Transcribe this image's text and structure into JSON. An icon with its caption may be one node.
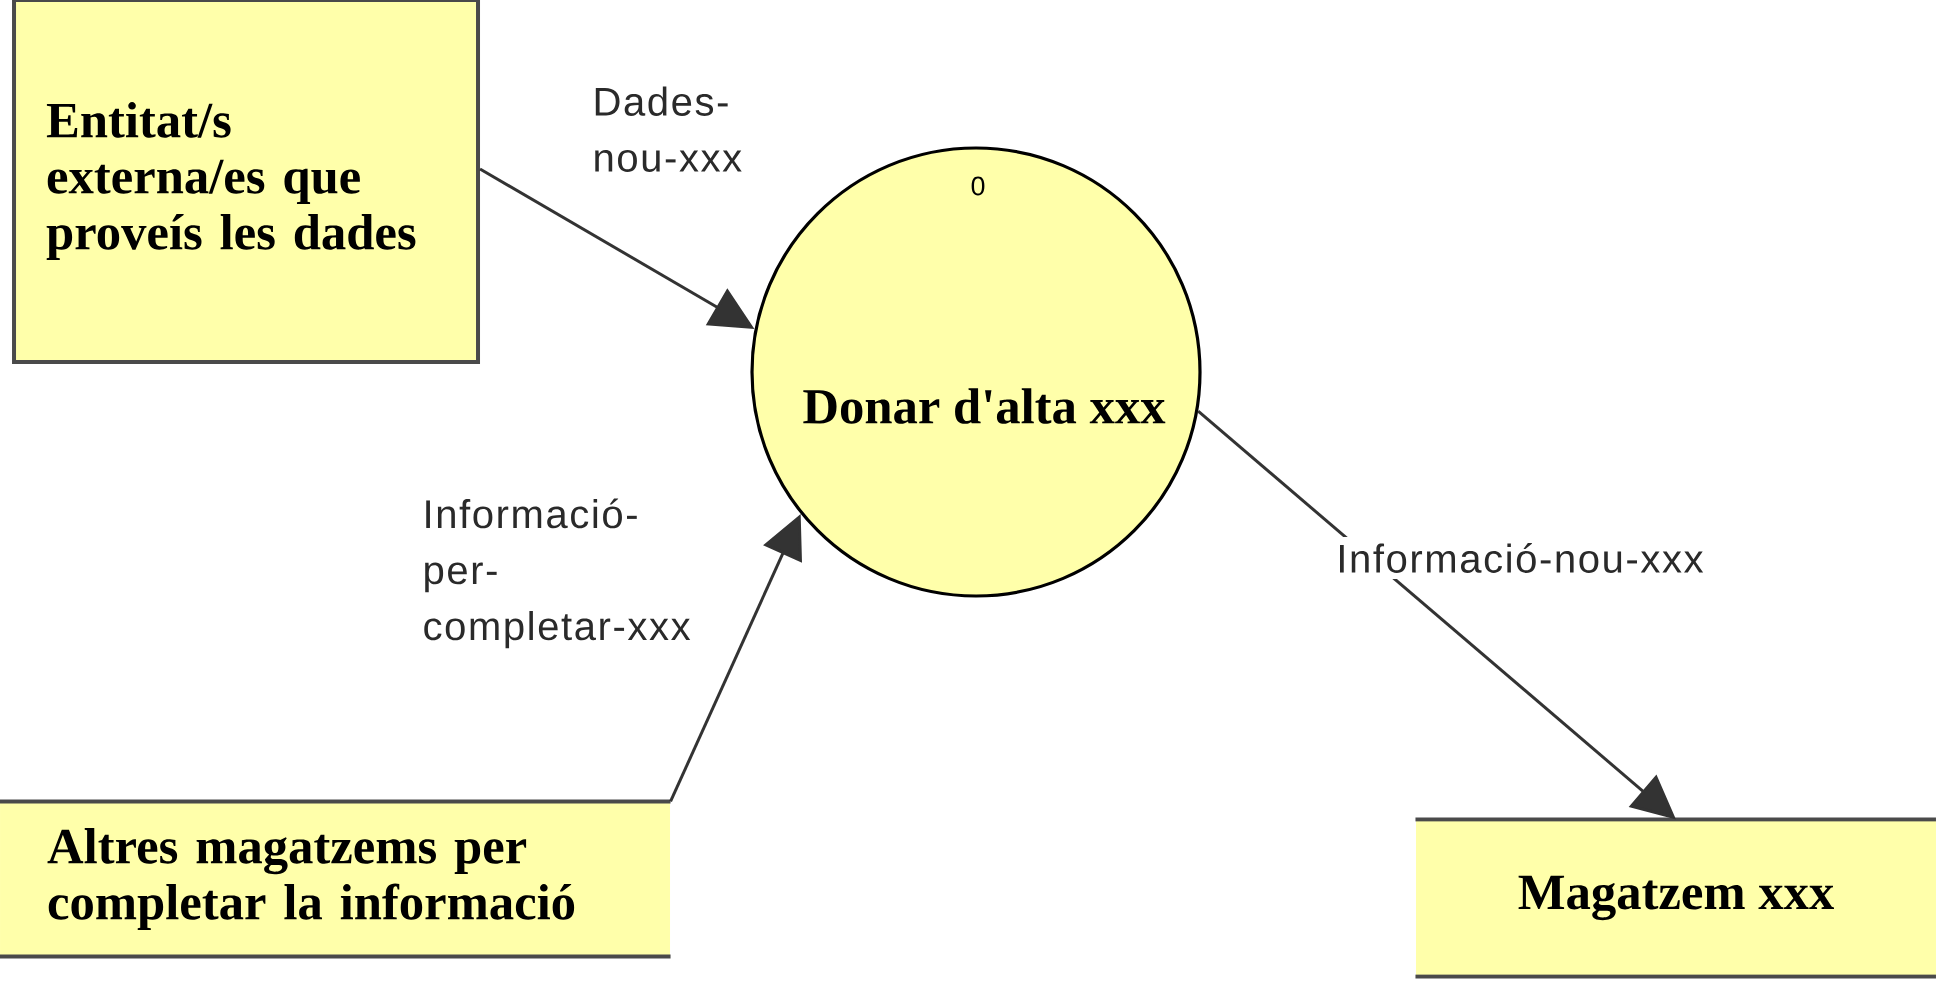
{
  "diagram": {
    "nodes": [
      {
        "text": [
          "Entitat/s externa/es que proveís les dades"
        ]
      },
      {
        "text": [
          "0",
          "Donar d'alta xxx"
        ]
      },
      {
        "text": [
          "Altres magatzems per completar la informació"
        ]
      },
      {
        "text": [
          "Magatzem xxx"
        ]
      }
    ],
    "edges": [
      {
        "from": 0,
        "to": 1,
        "arrow": "to",
        "label": "Dades-nou-xxx"
      },
      {
        "from": 2,
        "to": 1,
        "arrow": "to",
        "label": "Informació-per-completar-xxx"
      },
      {
        "from": 1,
        "to": 3,
        "arrow": "to",
        "label": "Informació-nou-xxx"
      }
    ]
  }
}
